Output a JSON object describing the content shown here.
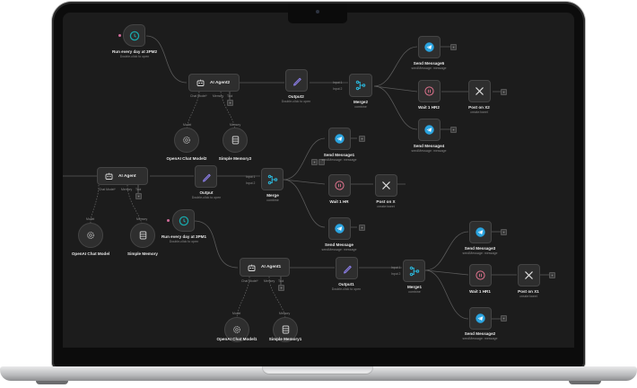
{
  "canvas": {
    "background": "#1c1c1c",
    "accent_colors": {
      "trigger": "#19a5a8",
      "output": "#8c7ee8",
      "merge": "#2bb3d6",
      "telegram": "#2aa3df",
      "wait": "#e0738e",
      "pink_dot": "#d16b9a"
    }
  },
  "nodes": {
    "trigger2": {
      "title": "Run every day at 3PM2",
      "subtitle": "Double-click to open"
    },
    "agent2": {
      "title": "AI Agent2",
      "ports": [
        "Chat Model*",
        "Memory",
        "Tool"
      ]
    },
    "chat2": {
      "title": "OpenAI Chat Model2",
      "port": "Model"
    },
    "memory2": {
      "title": "Simple Memory2",
      "port": "Memory"
    },
    "output2": {
      "title": "Output2",
      "subtitle": "Double-click to open"
    },
    "merge2": {
      "title": "Merge2",
      "subtitle": "combine",
      "inputs": [
        "Input 1",
        "Input 2"
      ]
    },
    "send5": {
      "title": "Send Message5",
      "subtitle": "sendMessage: message"
    },
    "wait2": {
      "title": "Wait 1 HR2"
    },
    "postx2": {
      "title": "Post on X2",
      "subtitle": "create:tweet"
    },
    "send4": {
      "title": "Send Message4",
      "subtitle": "sendMessage: message"
    },
    "agent": {
      "title": "AI Agent",
      "ports": [
        "Chat Model*",
        "Memory",
        "Tool"
      ]
    },
    "chat": {
      "title": "OpenAI Chat Model",
      "port": "Model"
    },
    "memory": {
      "title": "Simple Memory",
      "port": "Memory"
    },
    "output": {
      "title": "Output",
      "subtitle": "Double-click to open"
    },
    "merge": {
      "title": "Merge",
      "subtitle": "combine",
      "inputs": [
        "Input 1",
        "Input 2"
      ]
    },
    "send1": {
      "title": "Send Message1",
      "subtitle": "sendMessage: message"
    },
    "wait": {
      "title": "Wait 1 HR"
    },
    "postx": {
      "title": "Post on X",
      "subtitle": "create:tweet"
    },
    "send": {
      "title": "Send Message",
      "subtitle": "sendMessage: message"
    },
    "trigger1": {
      "title": "Run every day at 3PM1",
      "subtitle": "Double-click to open"
    },
    "agent1": {
      "title": "AI Agent1",
      "ports": [
        "Chat Model*",
        "Memory",
        "Tool"
      ]
    },
    "chat1": {
      "title": "OpenAI Chat Model1",
      "port": "Model"
    },
    "memory1": {
      "title": "Simple Memory1",
      "port": "Memory"
    },
    "output1": {
      "title": "Output1",
      "subtitle": "Double-click to open"
    },
    "merge1": {
      "title": "Merge1",
      "subtitle": "combine",
      "inputs": [
        "Input 1",
        "Input 2"
      ]
    },
    "send3": {
      "title": "Send Message3",
      "subtitle": "sendMessage: message"
    },
    "wait1": {
      "title": "Wait 1 HR1"
    },
    "postx1": {
      "title": "Post on X1",
      "subtitle": "create:tweet"
    },
    "send2": {
      "title": "Send Message2",
      "subtitle": "sendMessage: message"
    }
  },
  "controls": {
    "plus": "+"
  }
}
